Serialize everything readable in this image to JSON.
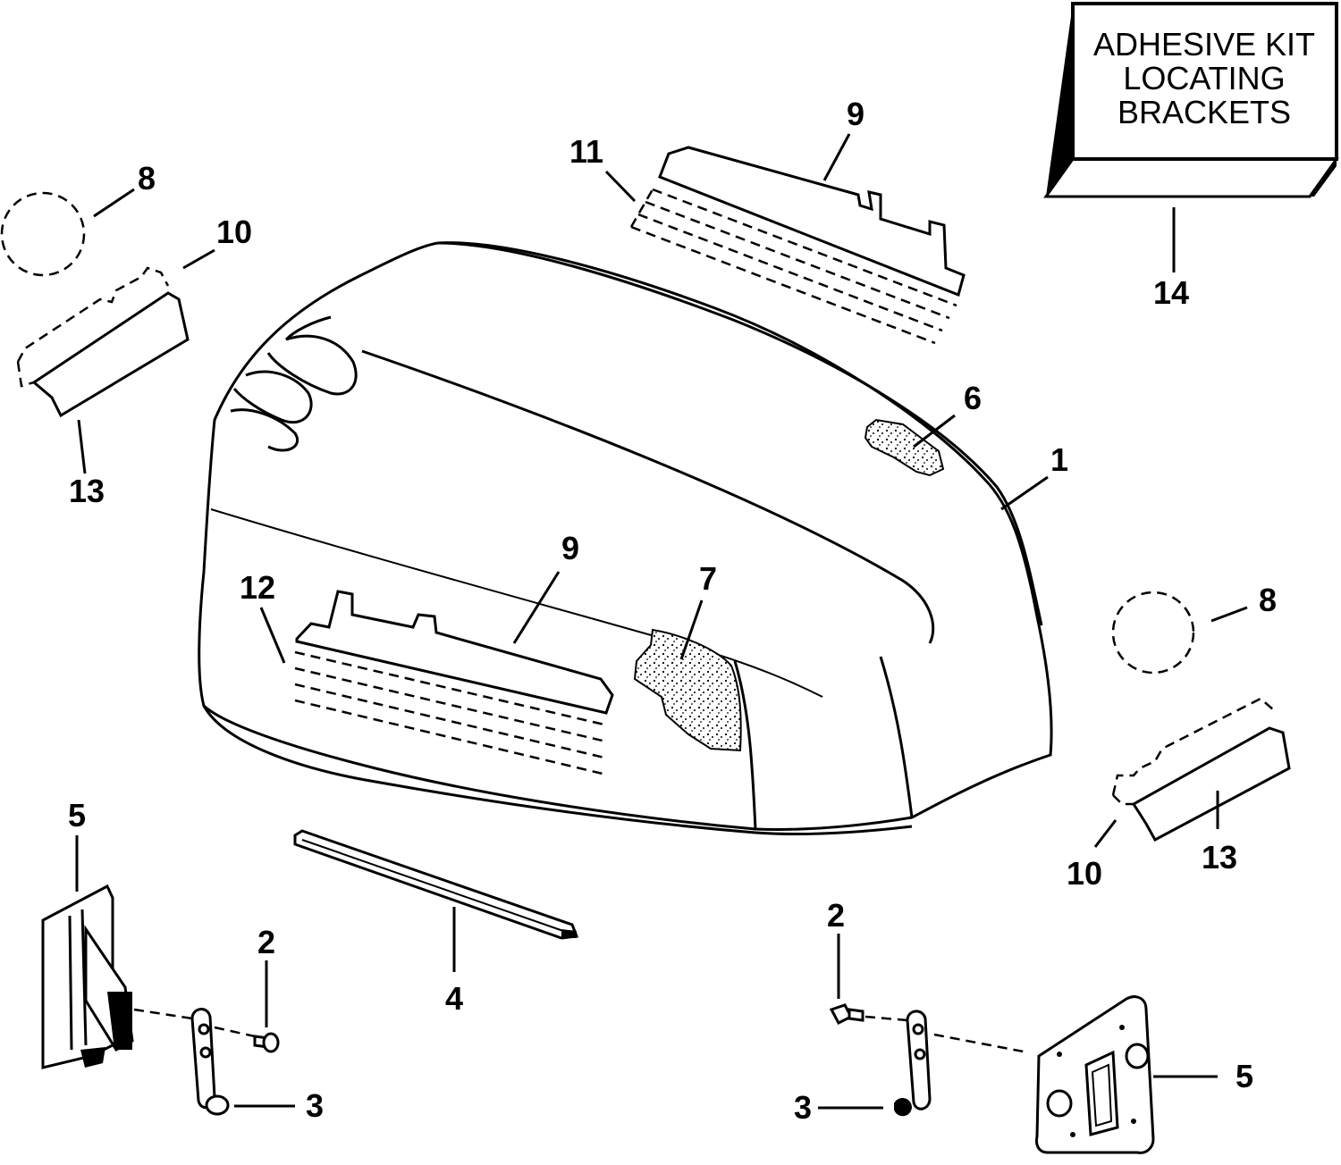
{
  "adhesive_kit_box": {
    "lines": [
      "ADHESIVE KIT",
      "LOCATING",
      "BRACKETS"
    ]
  },
  "callouts": {
    "c1": "1",
    "c2_left": "2",
    "c2_right": "2",
    "c3_left": "3",
    "c3_right": "3",
    "c4": "4",
    "c5_left": "5",
    "c5_right": "5",
    "c6": "6",
    "c7": "7",
    "c8_left": "8",
    "c8_right": "8",
    "c9_top": "9",
    "c9_mid": "9",
    "c10_left": "10",
    "c10_right": "10",
    "c11": "11",
    "c12": "12",
    "c13_left": "13",
    "c13_right": "13",
    "c14": "14"
  },
  "colors": {
    "line": "#000000",
    "background": "#ffffff"
  }
}
